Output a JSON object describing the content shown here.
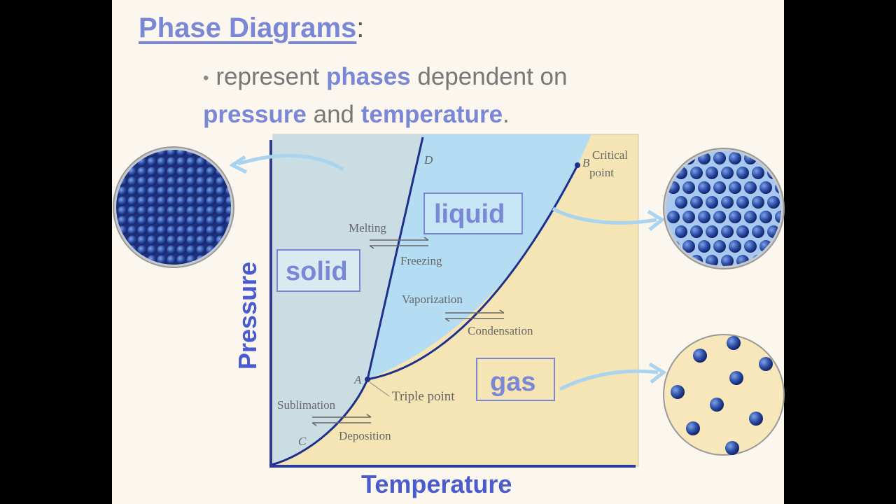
{
  "title": "Phase Diagrams",
  "title_colon": ":",
  "bullet": {
    "w1": "represent",
    "w2": "phases",
    "w3": "dependent on",
    "w4": "pressure",
    "w5": "and",
    "w6": "temperature",
    "w7": "."
  },
  "axes": {
    "x": "Temperature",
    "y": "Pressure"
  },
  "regions": {
    "solid": "solid",
    "liquid": "liquid",
    "gas": "gas"
  },
  "points": {
    "A": "A",
    "B": "B",
    "C": "C",
    "D": "D"
  },
  "annotations": {
    "critical_1": "Critical",
    "critical_2": "point",
    "triple": "Triple point",
    "melting": "Melting",
    "freezing": "Freezing",
    "vaporization": "Vaporization",
    "condensation": "Condensation",
    "sublimation": "Sublimation",
    "deposition": "Deposition"
  },
  "colors": {
    "accent": "#7a86d6",
    "curve": "#1f2f8c",
    "solid_region": "#c9dde3",
    "liquid_region": "#b4dcf2",
    "gas_region": "#f5e4b4",
    "sphere": "#2d4fa8"
  }
}
